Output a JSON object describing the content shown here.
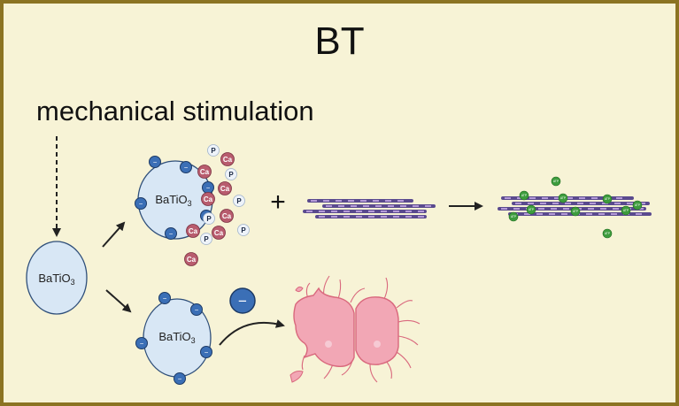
{
  "figure": {
    "title": "BT",
    "stimulus_label": "mechanical stimulation",
    "particle_label": "BaTiO",
    "particle_subscript": "3",
    "calcium_label": "Ca",
    "phosphate_label": "P",
    "charge_symbol": "−",
    "plus_symbol": "+",
    "atp_label": "ATP",
    "colors": {
      "border": "#8b7322",
      "background": "#f7f3d6",
      "particle_fill": "#d8e7f5",
      "negative_charge": "#3b6fb6",
      "calcium": "#b85c6e",
      "phosphate": "#eef3fa",
      "collagen_dark": "#5a4a8e",
      "collagen_light": "#b49ad8",
      "atp": "#3d9c3d",
      "cell": "#f2a7b5"
    }
  }
}
